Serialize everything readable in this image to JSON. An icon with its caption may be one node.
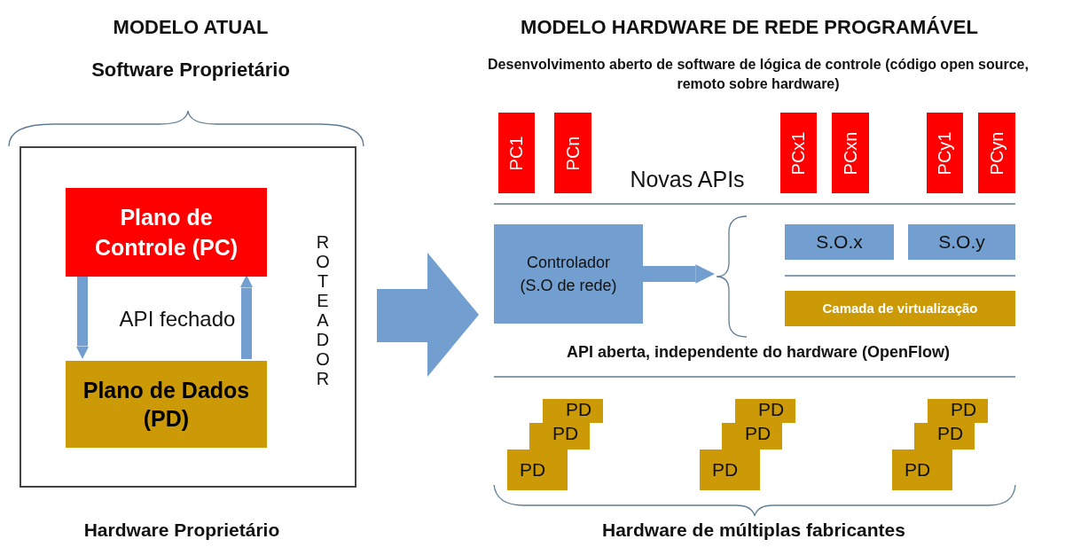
{
  "diagram": {
    "nodes": [
      {
        "text": [
          "ROTEADOR"
        ]
      },
      {
        "text": [
          "Plano de Controle (PC)"
        ],
        "in": 0
      },
      {
        "text": [
          "Plano de Dados (PD)"
        ],
        "in": 0
      },
      {
        "text": [
          "PC1"
        ]
      },
      {
        "text": [
          "PCn"
        ]
      },
      {
        "text": [
          "PCx1"
        ]
      },
      {
        "text": [
          "PCxn"
        ]
      },
      {
        "text": [
          "PCy1"
        ]
      },
      {
        "text": [
          "PCyn"
        ]
      },
      {
        "text": [
          "Controlador (S.O de rede)"
        ]
      },
      {
        "text": [
          "S.O.x"
        ]
      },
      {
        "text": [
          "S.O.y"
        ]
      },
      {
        "text": [
          "Camada de virtualização"
        ]
      },
      {
        "text": [
          "PD"
        ]
      },
      {
        "text": [
          "PD"
        ]
      },
      {
        "text": [
          "PD"
        ]
      },
      {
        "text": [
          "PD"
        ]
      },
      {
        "text": [
          "PD"
        ]
      },
      {
        "text": [
          "PD"
        ]
      },
      {
        "text": [
          "PD"
        ]
      },
      {
        "text": [
          "PD"
        ]
      },
      {
        "text": [
          "PD"
        ]
      },
      {
        "text": [],
        "shape": "brace"
      }
    ],
    "edges": [
      {
        "from": 1,
        "to": 2,
        "arrow": "to"
      },
      {
        "from": 2,
        "to": 1,
        "arrow": "to"
      },
      {
        "from": 9,
        "to": 22,
        "arrow": "to"
      }
    ],
    "labels": [
      "MODELO ATUAL",
      "Software Proprietário",
      "API fechado",
      "Hardware Proprietário",
      "MODELO HARDWARE DE REDE PROGRAMÁVEL",
      "Desenvolvimento aberto de software de lógica de controle (código open source, remoto sobre hardware)",
      "Novas APIs",
      "API aberta, independente do hardware (OpenFlow)",
      "Hardware de múltiplas fabricantes"
    ]
  }
}
